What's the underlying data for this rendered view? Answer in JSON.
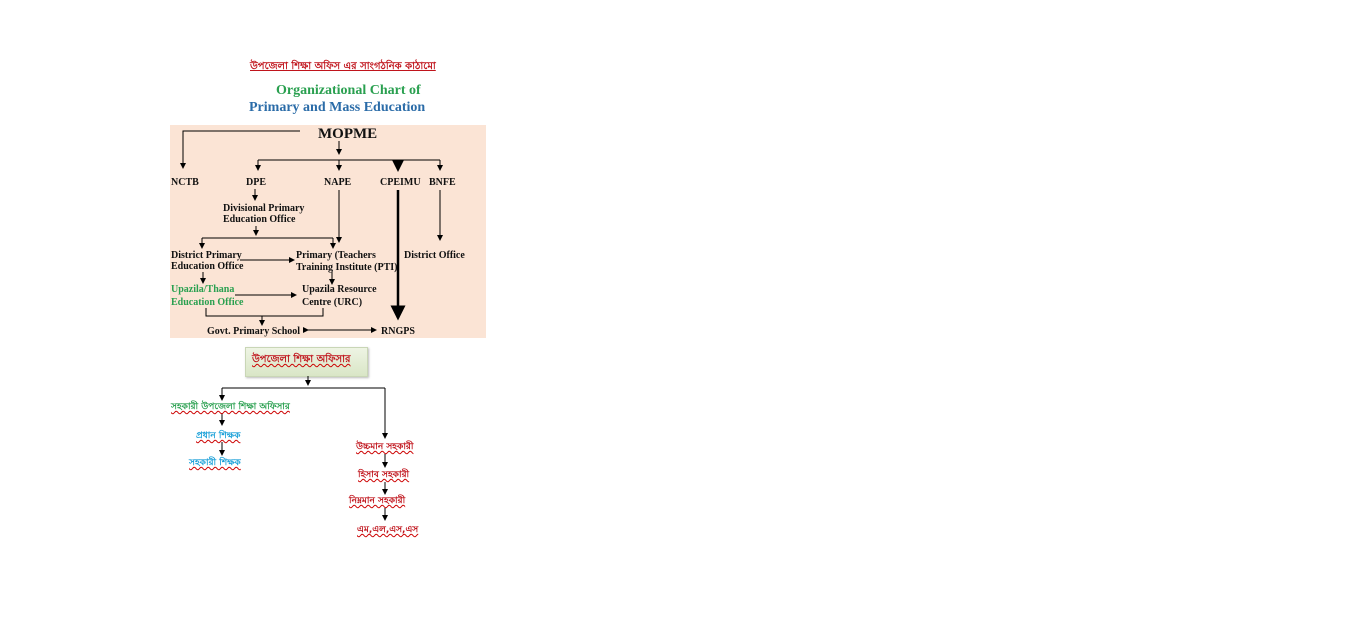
{
  "header": {
    "bengali_title": "উপজেলা শিক্ষা অফিস এর সাংগঠনিক কাঠামো",
    "title_line1": "Organizational Chart of",
    "title_line2": "Primary and Mass Education"
  },
  "chart1": {
    "root": "MOPME",
    "level1": [
      "NCTB",
      "DPE",
      "NAPE",
      "CPEIMU",
      "BNFE"
    ],
    "divisional": [
      "Divisional Primary",
      "Education Office"
    ],
    "district": [
      "District Primary",
      "Education Office"
    ],
    "pti": [
      "Primary  (Teachers",
      "Training Institute (PTI)"
    ],
    "district_office": "District Office",
    "upazila": [
      "Upazila/Thana",
      "Education Office"
    ],
    "urc": [
      "Upazila Resource",
      "Centre (URC)"
    ],
    "school": "Govt. Primary School",
    "rngps": "RNGPS"
  },
  "chart2": {
    "root": "উপজেলা শিক্ষা অফিসার",
    "left": [
      "সহকারী উপজেলা শিক্ষা অফিসার",
      "প্রধান শিক্ষক",
      "সহকারী শিক্ষক"
    ],
    "right": [
      "উচ্চমান সহকারী",
      "হিসাব সহকারী",
      "নিম্নমান সহকারী",
      "এম,এল,এস,এস"
    ]
  },
  "colors": {
    "red": "#c0141c",
    "green": "#2aa050",
    "blue": "#2b6ca8",
    "cyan": "#1aa0d8",
    "peach": "#fbe4d5"
  }
}
